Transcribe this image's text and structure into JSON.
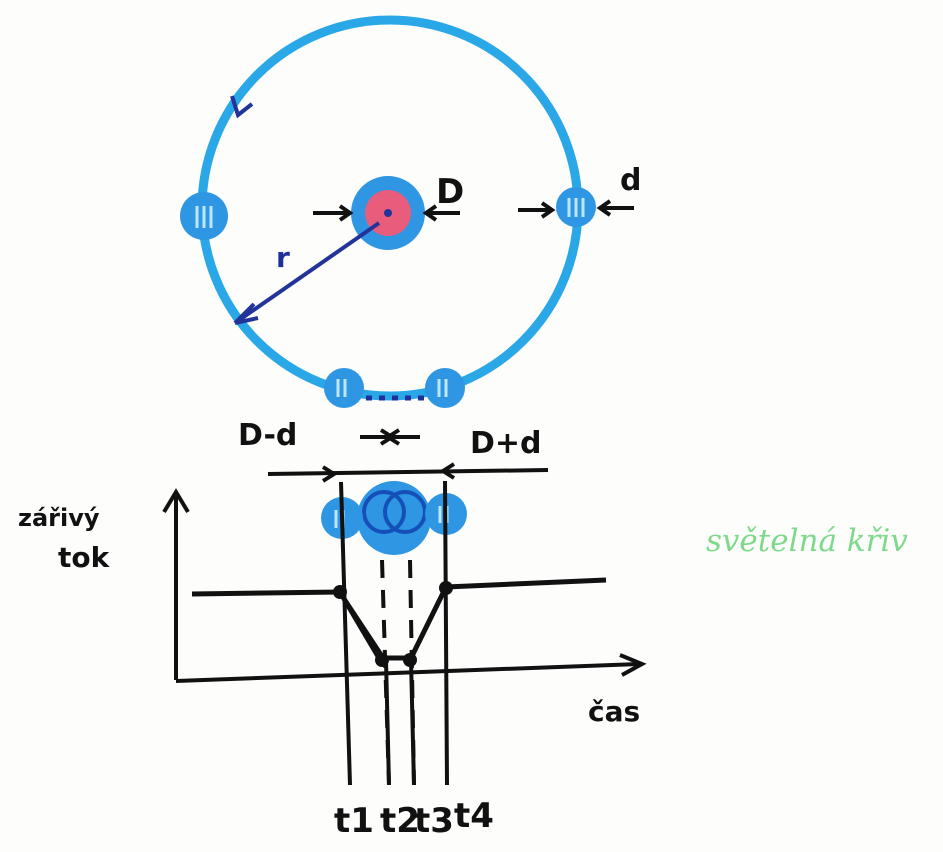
{
  "labels": {
    "r": "r",
    "D": "D",
    "d": "d",
    "D_minus_d": "D-d",
    "D_plus_d": "D+d",
    "flux_line1": "zářivý",
    "flux_line2": "tok",
    "time": "čas",
    "t1": "t1",
    "t2": "t2",
    "t3": "t3",
    "t4": "t4",
    "light_curve": "světelná křiv"
  },
  "colors": {
    "orbit": "#2aa7e6",
    "planet": "#1e8fe0",
    "star": "#e0607a",
    "ink": "#111111",
    "arrow_blue": "#223399",
    "green": "#7ed98a"
  }
}
